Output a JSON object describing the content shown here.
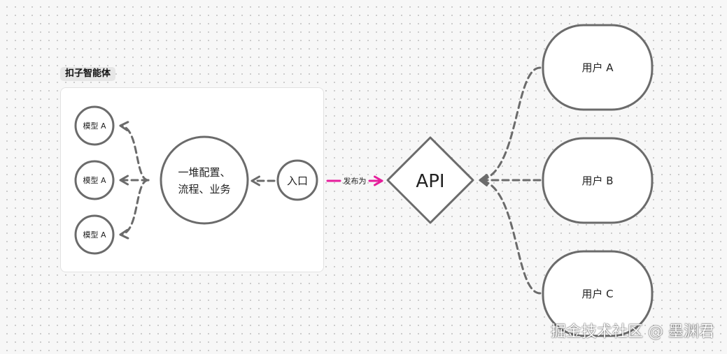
{
  "group": {
    "label": "扣子智能体"
  },
  "nodes": {
    "model_1": "模型 A",
    "model_2": "模型 A",
    "model_3": "模型 A",
    "core_line1": "一堆配置、",
    "core_line2": "流程、业务",
    "entry": "入口",
    "api": "API",
    "user_a": "用户 A",
    "user_b": "用户 B",
    "user_c": "用户 C"
  },
  "edges": {
    "publish_label": "发布为"
  },
  "watermark": "掘金技术社区 @ 墨渊君",
  "colors": {
    "stroke": "#6b6b6b",
    "accent": "#e61e9c",
    "text": "#222222"
  }
}
